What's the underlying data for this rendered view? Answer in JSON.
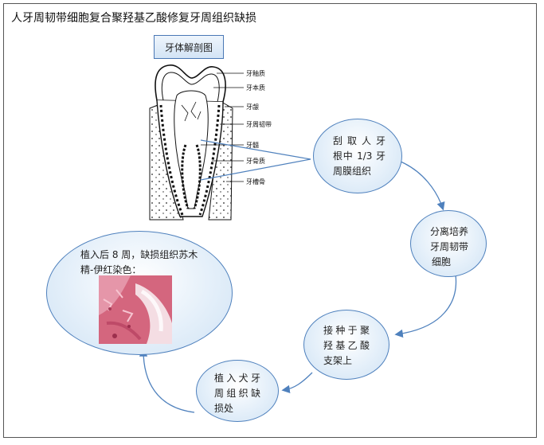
{
  "title": "人牙周韧带细胞复合聚羟基乙酸修复牙周组织缺损",
  "anatomy": {
    "heading": "牙体解剖图",
    "labels": [
      "牙釉质",
      "牙本质",
      "牙龈",
      "牙周韧带",
      "牙髓",
      "牙骨质",
      "牙槽骨"
    ]
  },
  "steps": {
    "step1": [
      "刮取人牙",
      "根中 1/3 牙",
      "周膜组织"
    ],
    "step2": [
      "分离培养",
      "牙周韧带",
      "细胞"
    ],
    "step3": [
      "接种于聚",
      "羟基乙酸",
      "支架上"
    ],
    "step4": [
      "植入犬牙",
      "周组织缺",
      "损处"
    ],
    "result": [
      "植入后 8 周，缺损组织苏木",
      "精-伊红染色："
    ]
  },
  "colors": {
    "bubble_border": "#4f81bd",
    "arrow": "#4f81bd",
    "stain": "#d4667e"
  }
}
